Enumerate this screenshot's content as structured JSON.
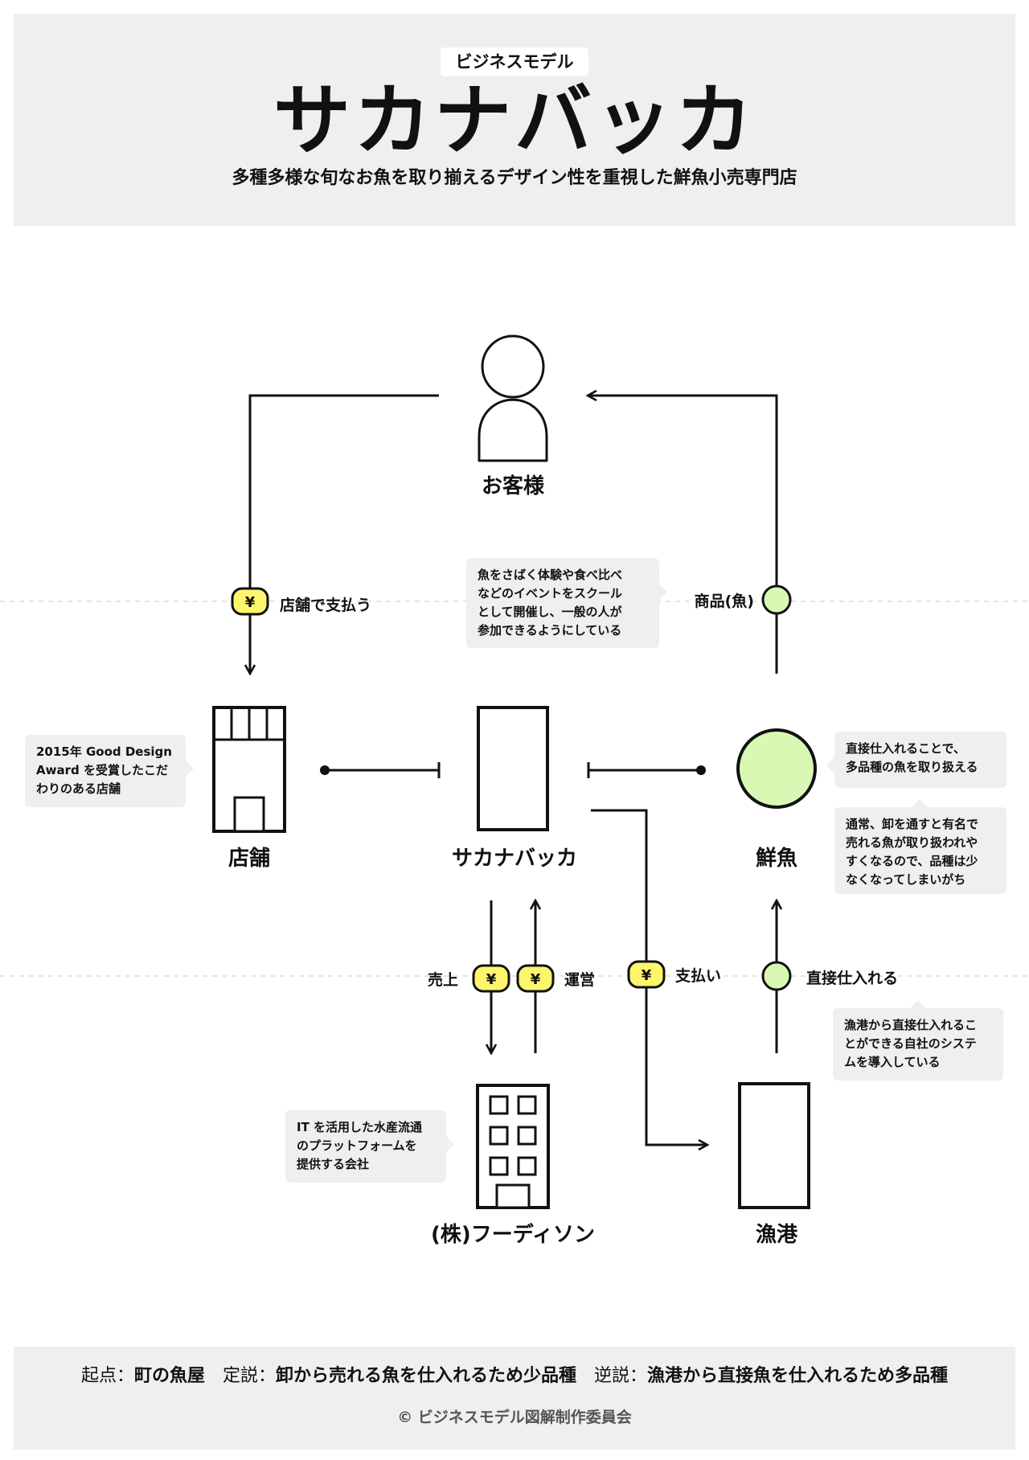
{
  "header": {
    "tag": "ビジネスモデル",
    "title": "サカナバッカ",
    "subtitle": "多種多様な旬なお魚を取り揃えるデザイン性を重視した鮮魚小売専門店"
  },
  "nodes": {
    "customer": "お客様",
    "store": "店舗",
    "company": "サカナバッカ",
    "fish": "鮮魚",
    "partner": "(株)フーディソン",
    "port": "漁港"
  },
  "flows": {
    "pay_at_store": "店舗で支払う",
    "product": "商品(魚)",
    "sales": "売上",
    "operation": "運営",
    "payment": "支払い",
    "direct_purchase": "直接仕入れる",
    "yen": "¥"
  },
  "notes": {
    "event": [
      "魚をさばく体験や食べ比べ",
      "などのイベントをスクール",
      "として開催し、一般の人が",
      "参加できるようにしている"
    ],
    "store": [
      "2015年 Good Design",
      "Award を受賞したこだ",
      "わりのある店舗"
    ],
    "variety": [
      "直接仕入れることで、",
      "多品種の魚を取り扱える"
    ],
    "usual": [
      "通常、卸を通すと有名で",
      "売れる魚が取り扱われや",
      "すくなるので、品種は少",
      "なくなってしまいがち"
    ],
    "system": [
      "漁港から直接仕入れるこ",
      "とができる自社のシステ",
      "ムを導入している"
    ],
    "it": [
      "IT を活用した水産流通",
      "のプラットフォームを",
      "提供する会社"
    ]
  },
  "footer": {
    "origin_label": "起点：",
    "origin": "町の魚屋",
    "theory_label": "定説：",
    "theory": "卸から売れる魚を仕入れるため少品種",
    "counter_label": "逆説：",
    "counter": "漁港から直接魚を仕入れるため多品種",
    "copyright": "© ビジネスモデル図解制作委員会"
  },
  "colors": {
    "yen_badge": "#fdf56b",
    "fish_green": "#d8f8b4",
    "panel_gray": "#eeeff1"
  }
}
